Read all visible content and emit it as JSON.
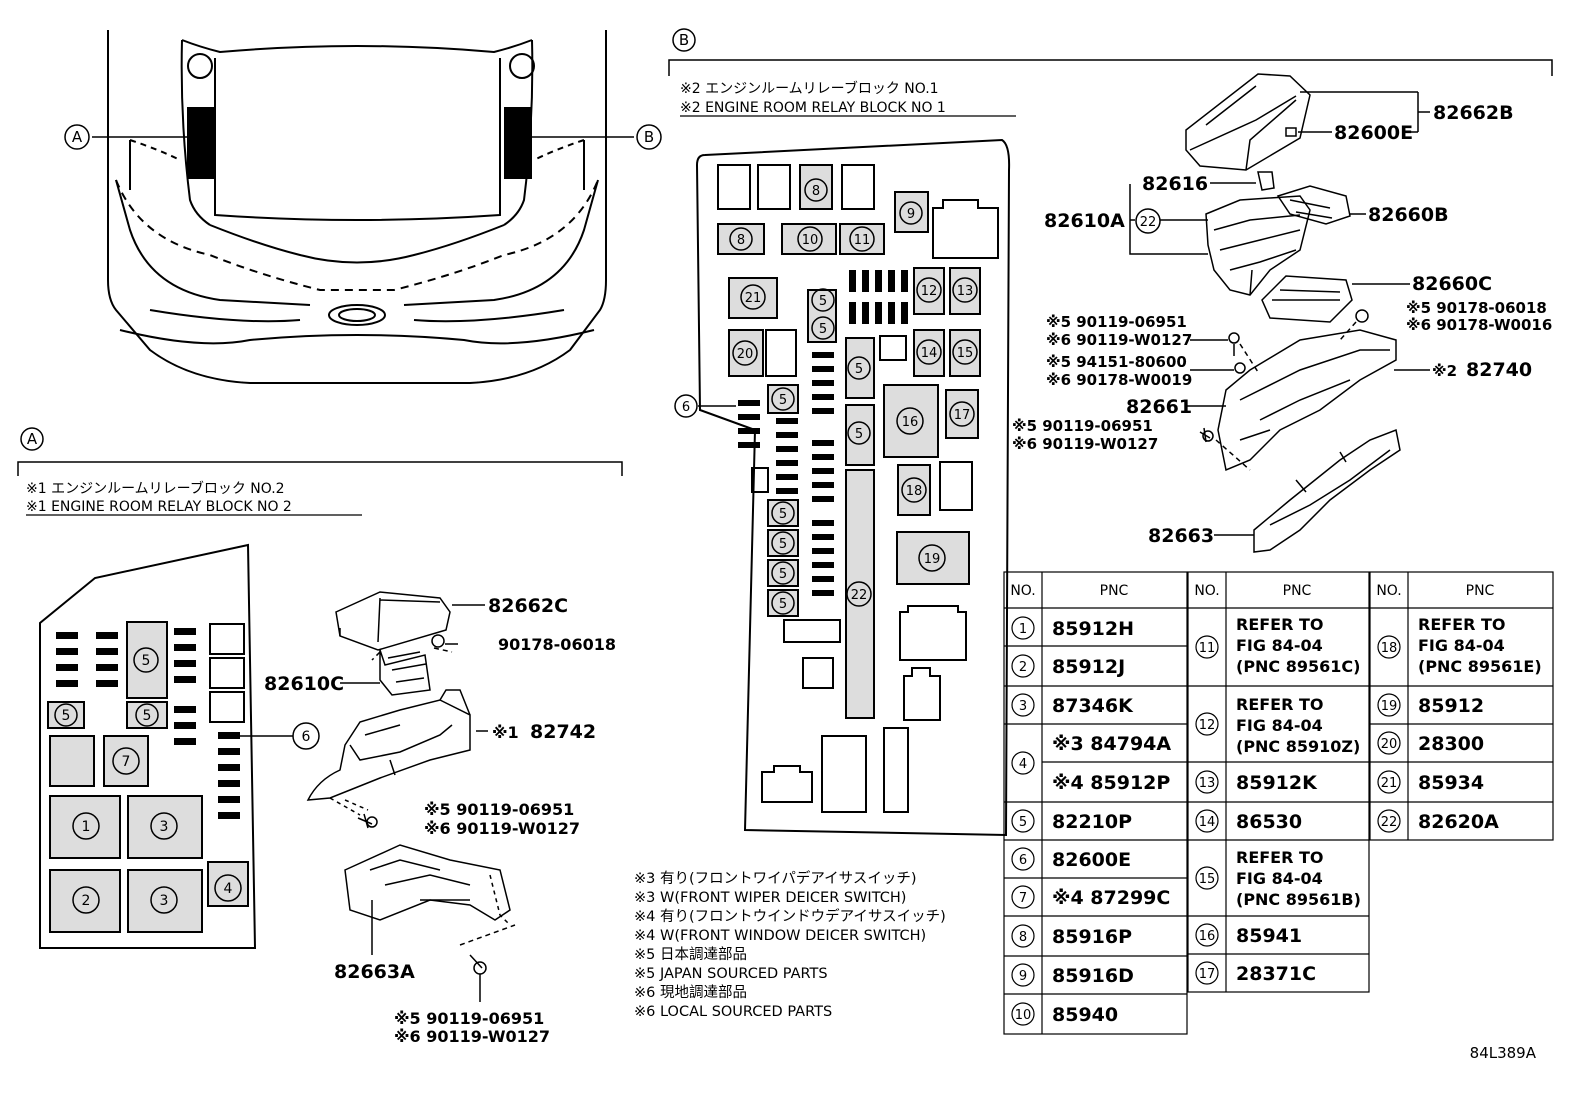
{
  "callouts": {
    "A": "A",
    "B": "B"
  },
  "section_a": {
    "title_jp": "※1 エンジンルームリレーブロック NO.2",
    "title_en": "※1 ENGINE ROOM RELAY BLOCK NO 2"
  },
  "section_b": {
    "title_jp": "※2 エンジンルームリレーブロック NO.1",
    "title_en": "※2 ENGINE ROOM RELAY BLOCK NO 1"
  },
  "block_a_markers": [
    "5",
    "5",
    "5",
    "7",
    "1",
    "3",
    "2",
    "3",
    "4",
    "6"
  ],
  "block_b_markers": [
    "8",
    "8",
    "10",
    "11",
    "9",
    "21",
    "5",
    "5",
    "12",
    "13",
    "20",
    "5",
    "14",
    "15",
    "6",
    "5",
    "16",
    "5",
    "17",
    "18",
    "5",
    "5",
    "5",
    "5",
    "19",
    "22"
  ],
  "parts_a": {
    "p1": "82662C",
    "p2": "90178-06018",
    "p3": "82610C",
    "p4_mark": "※1",
    "p4": "82742",
    "p5a": "※5 90119-06951",
    "p5b": "※6 90119-W0127",
    "p6": "82663A",
    "p7a": "※5 90119-06951",
    "p7b": "※6 90119-W0127"
  },
  "parts_b": {
    "p1": "82662B",
    "p2": "82600E",
    "p3": "82616",
    "p4": "82610A",
    "p4_mark": "22",
    "p5": "82660B",
    "p6": "82660C",
    "p7a": "※5 90178-06018",
    "p7b": "※6 90178-W0016",
    "p8a": "※5 90119-06951",
    "p8b": "※6 90119-W0127",
    "p9a": "※5 94151-80600",
    "p9b": "※6 90178-W0019",
    "p10_mark": "※2",
    "p10": "82740",
    "p11": "82661",
    "p12a": "※5 90119-06951",
    "p12b": "※6 90119-W0127",
    "p13": "82663"
  },
  "notes": [
    "※3 有り(フロントワイパデアイサスイッチ)",
    "※3 W(FRONT WIPER DEICER SWITCH)",
    "※4 有り(フロントウインドウデアイサスイッチ)",
    "※4 W(FRONT WINDOW DEICER SWITCH)",
    "※5 日本調達部品",
    "※5 JAPAN SOURCED PARTS",
    "※6 現地調達部品",
    "※6 LOCAL SOURCED PARTS"
  ],
  "table": {
    "header_no": "NO.",
    "header_pnc": "PNC",
    "col1": [
      {
        "no": "1",
        "pnc": "85912H"
      },
      {
        "no": "2",
        "pnc": "85912J"
      },
      {
        "no": "3",
        "pnc": "87346K"
      },
      {
        "no": "4",
        "pnc_a": "※3 84794A",
        "pnc_b": "※4 85912P"
      },
      {
        "no": "5",
        "pnc": "82210P"
      },
      {
        "no": "6",
        "pnc": "82600E"
      },
      {
        "no": "7",
        "pnc": "※4 87299C"
      },
      {
        "no": "8",
        "pnc": "85916P"
      },
      {
        "no": "9",
        "pnc": "85916D"
      },
      {
        "no": "10",
        "pnc": "85940"
      }
    ],
    "col2": [
      {
        "no": "11",
        "l1": "REFER TO",
        "l2": "FIG 84-04",
        "l3": "(PNC 89561C)"
      },
      {
        "no": "12",
        "l1": "REFER TO",
        "l2": "FIG 84-04",
        "l3": "(PNC 85910Z)"
      },
      {
        "no": "13",
        "pnc": "85912K"
      },
      {
        "no": "14",
        "pnc": "86530"
      },
      {
        "no": "15",
        "l1": "REFER TO",
        "l2": "FIG 84-04",
        "l3": "(PNC 89561B)"
      },
      {
        "no": "16",
        "pnc": "85941"
      },
      {
        "no": "17",
        "pnc": "28371C"
      }
    ],
    "col3": [
      {
        "no": "18",
        "l1": "REFER TO",
        "l2": "FIG 84-04",
        "l3": "(PNC 89561E)"
      },
      {
        "no": "19",
        "pnc": "85912"
      },
      {
        "no": "20",
        "pnc": "28300"
      },
      {
        "no": "21",
        "pnc": "85934"
      },
      {
        "no": "22",
        "pnc": "82620A"
      }
    ]
  },
  "figure_id": "84L389A"
}
